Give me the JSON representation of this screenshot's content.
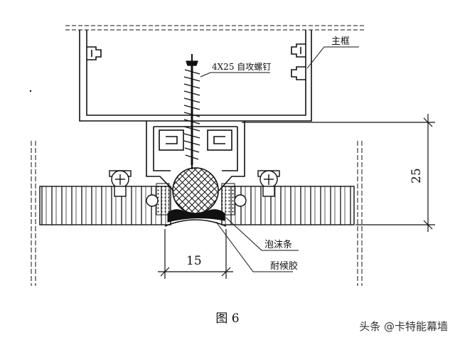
{
  "labels": {
    "main_frame": "主框",
    "screw": "4X25 自攻螺钉",
    "foam_strip": "泡沫条",
    "sealant": "耐候胶",
    "dim_width": "15",
    "dim_height": "25"
  },
  "caption": "图 6",
  "watermark": "头条 @卡特能幕墙"
}
